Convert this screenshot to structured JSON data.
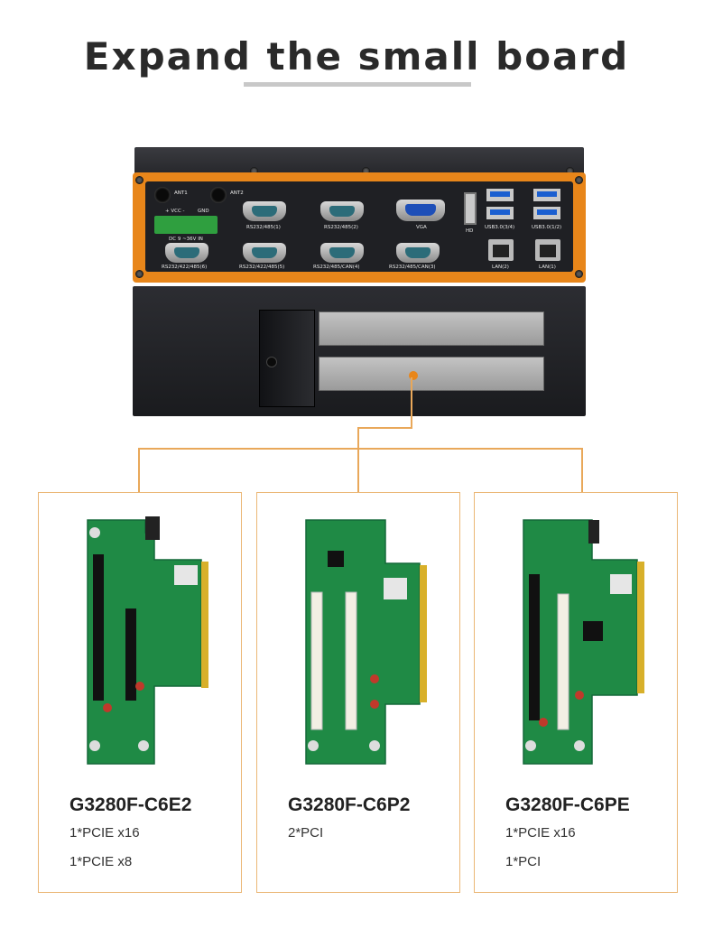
{
  "header": {
    "title": "Expand the small board"
  },
  "device": {
    "ant1": "ANT1",
    "ant2": "ANT2",
    "vcc": "+ VCC -",
    "gnd": "GND",
    "dc_in": "DC 9 ~36V IN",
    "ports_top": [
      "RS232/485(1)",
      "RS232/485(2)",
      "VGA",
      "HD"
    ],
    "ports_bottom": [
      "RS232/422/485(6)",
      "RS232/422/485(5)",
      "RS232/485/CAN(4)",
      "RS232/485/CAN(3)"
    ],
    "usb_left": "USB3.0(3/4)",
    "usb_right": "USB3.0(1/2)",
    "lan_left": "LAN(2)",
    "lan_right": "LAN(1)"
  },
  "cards": [
    {
      "name": "G3280F-C6E2",
      "specs": [
        "1*PCIE x16",
        "1*PCIE x8"
      ]
    },
    {
      "name": "G3280F-C6P2",
      "specs": [
        "2*PCI"
      ]
    },
    {
      "name": "G3280F-C6PE",
      "specs": [
        "1*PCIE x16",
        "1*PCI"
      ]
    }
  ],
  "colors": {
    "accent_orange": "#e8861a",
    "connector_line": "#e9a85a",
    "card_border": "#ebb776",
    "pcb_green": "#1f8a45"
  }
}
